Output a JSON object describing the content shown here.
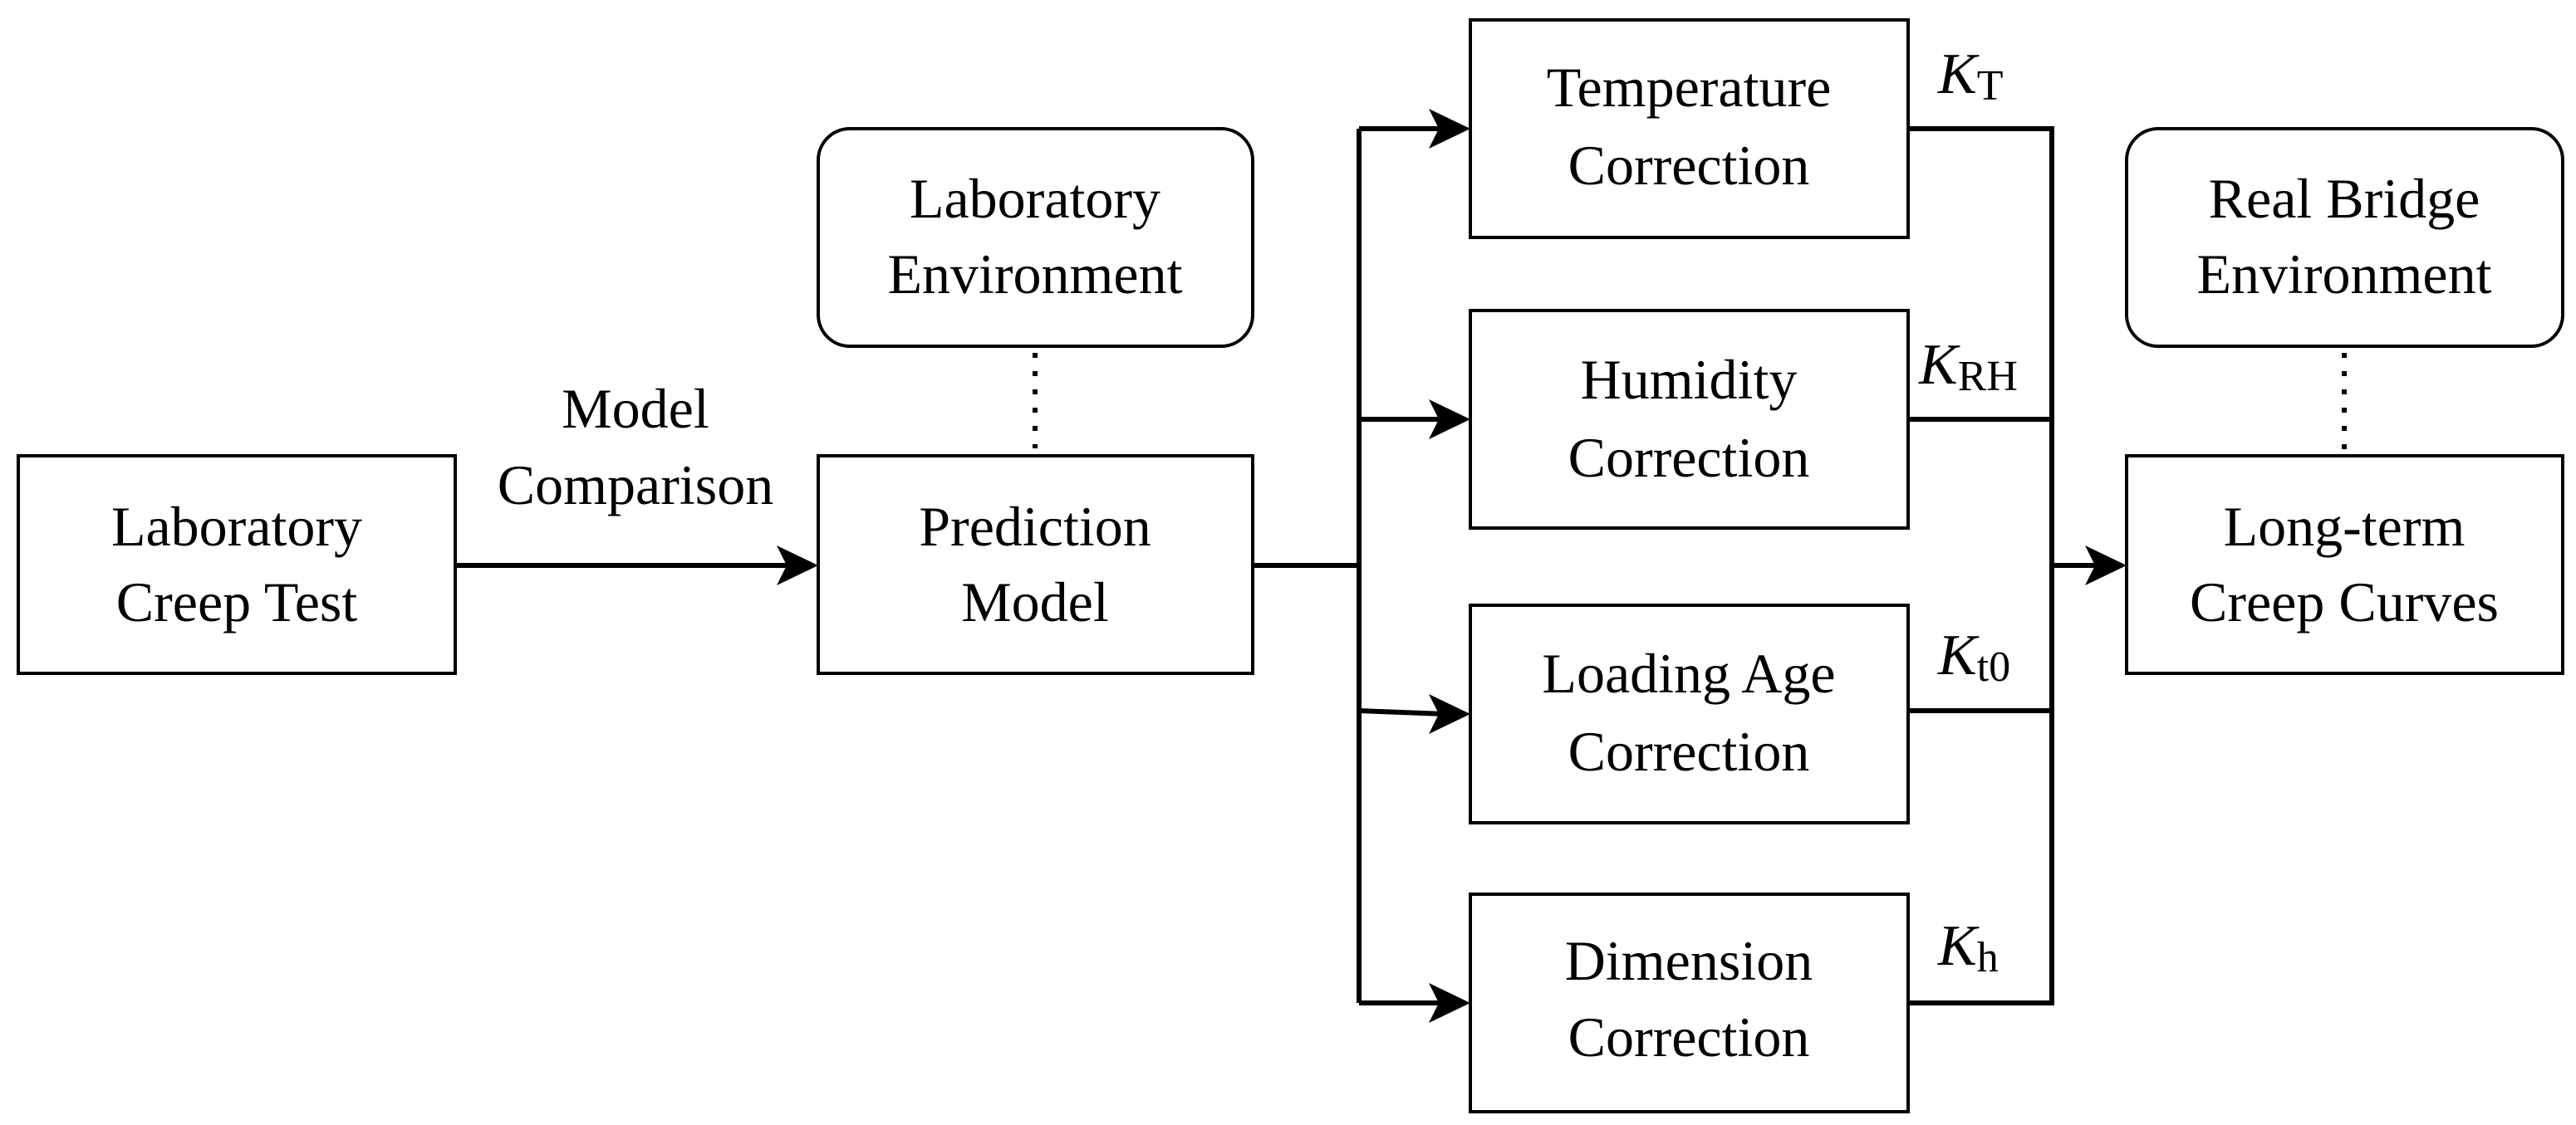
{
  "nodes": {
    "lab_creep_test": {
      "line1": "Laboratory",
      "line2": "Creep Test"
    },
    "prediction_model": {
      "line1": "Prediction",
      "line2": "Model"
    },
    "lab_environment": {
      "line1": "Laboratory",
      "line2": "Environment"
    },
    "temperature": {
      "line1": "Temperature",
      "line2": "Correction"
    },
    "humidity": {
      "line1": "Humidity",
      "line2": "Correction"
    },
    "loading_age": {
      "line1": "Loading Age",
      "line2": "Correction"
    },
    "dimension": {
      "line1": "Dimension",
      "line2": "Correction"
    },
    "real_bridge_env": {
      "line1": "Real Bridge",
      "line2": "Environment"
    },
    "long_term_creep": {
      "line1": "Long-term",
      "line2": "Creep Curves"
    }
  },
  "edge_labels": {
    "model_comparison": {
      "line1": "Model",
      "line2": "Comparison"
    }
  },
  "factors": {
    "temperature": {
      "symbol": "K",
      "sub": "T"
    },
    "humidity": {
      "symbol": "K",
      "sub": "RH"
    },
    "loading_age": {
      "symbol": "K",
      "sub": "t0"
    },
    "dimension": {
      "symbol": "K",
      "sub": "h"
    }
  },
  "colors": {
    "stroke": "#000000",
    "background": "#ffffff"
  }
}
